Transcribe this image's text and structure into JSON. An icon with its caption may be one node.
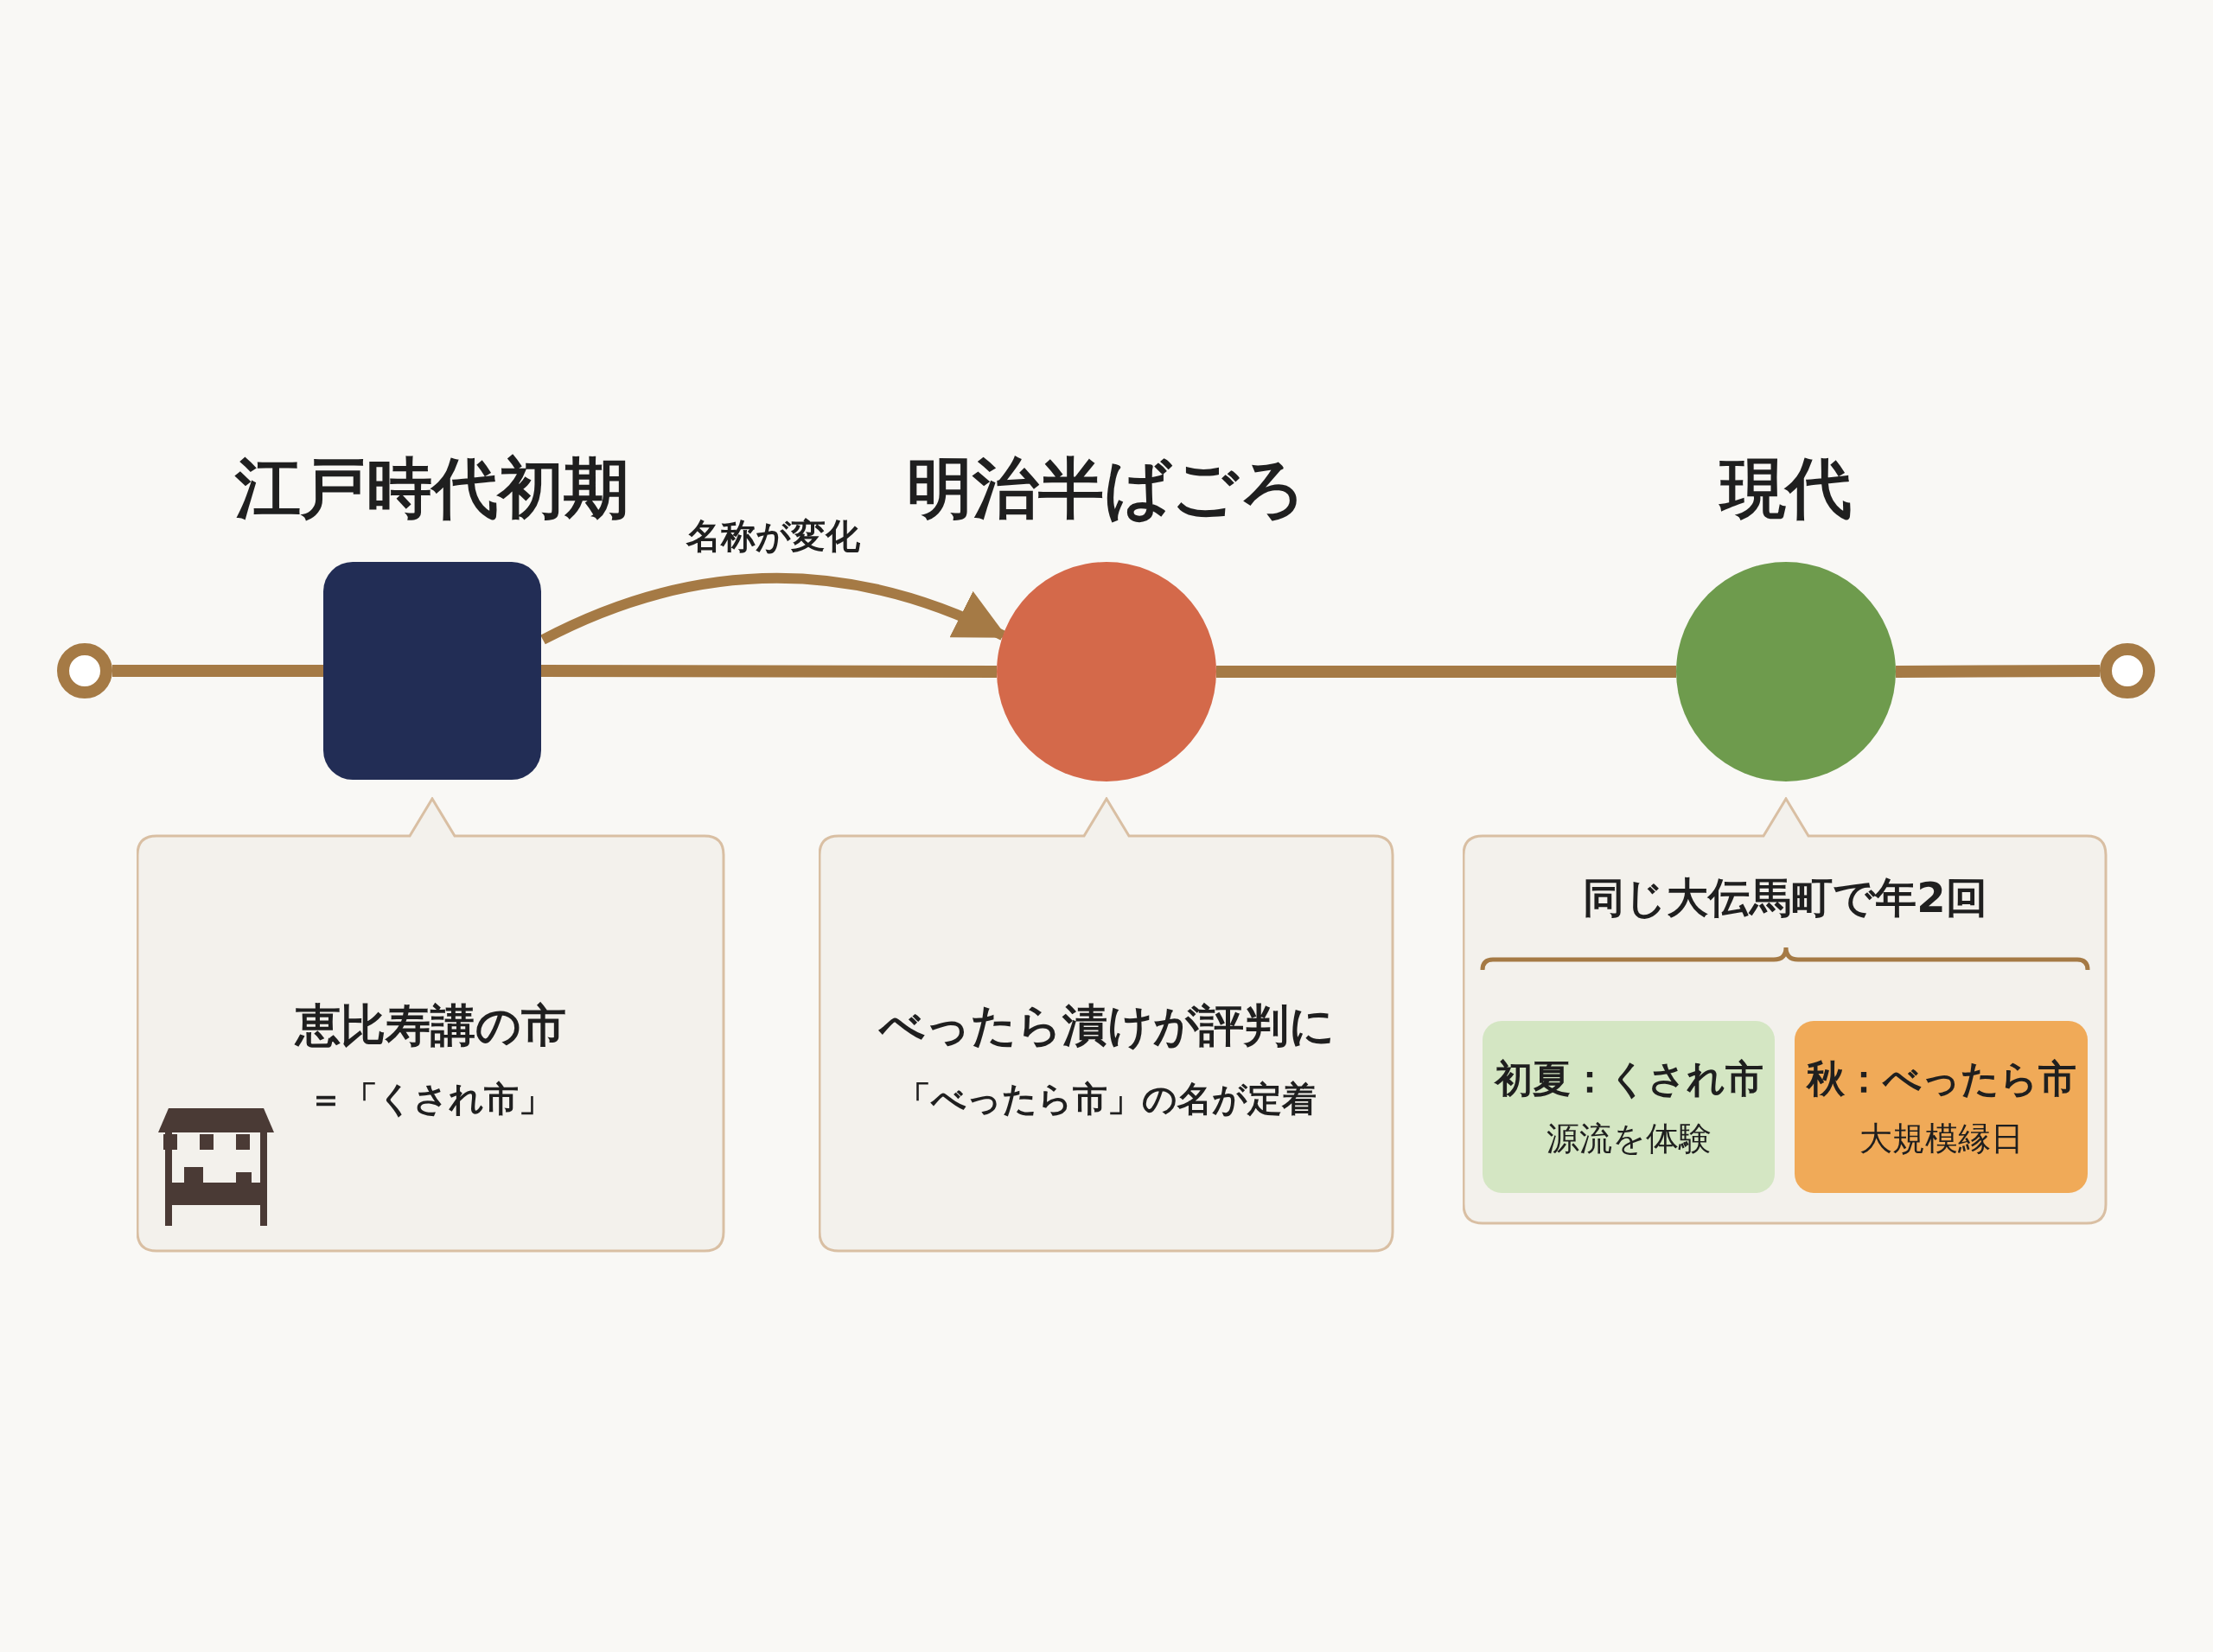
{
  "diagram": {
    "nodes": [
      {
        "text": [],
        "shape": "circle"
      },
      {
        "text": [
          "江戸時代初期"
        ]
      },
      {
        "text": [
          "明治半ばごろ"
        ]
      },
      {
        "text": [
          "現代"
        ]
      },
      {
        "text": [],
        "shape": "circle"
      },
      {
        "text": [
          "恵比寿講の市",
          "＝「くされ市」"
        ]
      },
      {
        "text": [
          "べったら漬けが評判に",
          "「べったら市」の名が定着"
        ]
      },
      {
        "text": [
          "同じ大伝馬町で年2回"
        ]
      },
      {
        "text": [
          "初夏：くされ市",
          "源流を体験"
        ],
        "in": 7
      },
      {
        "text": [
          "秋：べったら市",
          "大規模縁日"
        ],
        "in": 7
      }
    ],
    "edges": [
      {
        "from": 0,
        "to": 1,
        "arrow": "none"
      },
      {
        "from": 1,
        "to": 2,
        "arrow": "none"
      },
      {
        "from": 2,
        "to": 3,
        "arrow": "none"
      },
      {
        "from": 3,
        "to": 4,
        "arrow": "none"
      },
      {
        "from": 1,
        "to": 2,
        "arrow": "to",
        "label": "名称が変化"
      }
    ]
  }
}
